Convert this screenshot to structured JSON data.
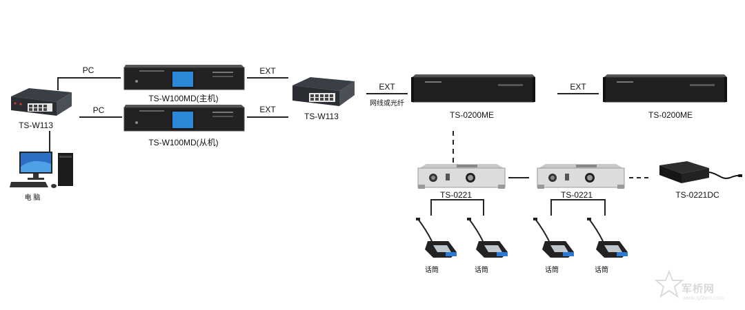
{
  "nodes": {
    "switch_left": "TS-W113",
    "pc": "电 脑",
    "host_unit": "TS-W100MD(主机)",
    "slave_unit": "TS-W100MD(从机)",
    "switch_mid": "TS-W113",
    "expander_1": "TS-0200ME",
    "expander_2": "TS-0200ME",
    "unit_0221_a": "TS-0221",
    "unit_0221_b": "TS-0221",
    "power_supply": "TS-0221DC",
    "mic_1": "话筒",
    "mic_2": "话筒",
    "mic_3": "话筒",
    "mic_4": "话筒"
  },
  "links": {
    "pc_top": "PC",
    "pc_bottom": "PC",
    "ext_top": "EXT",
    "ext_bottom": "EXT",
    "ext_fiber": "EXT",
    "fiber_note": "网线或光纤",
    "ext_right": "EXT"
  },
  "watermark": {
    "brand": "军桥网",
    "url": "www.sjfzxm.com"
  }
}
